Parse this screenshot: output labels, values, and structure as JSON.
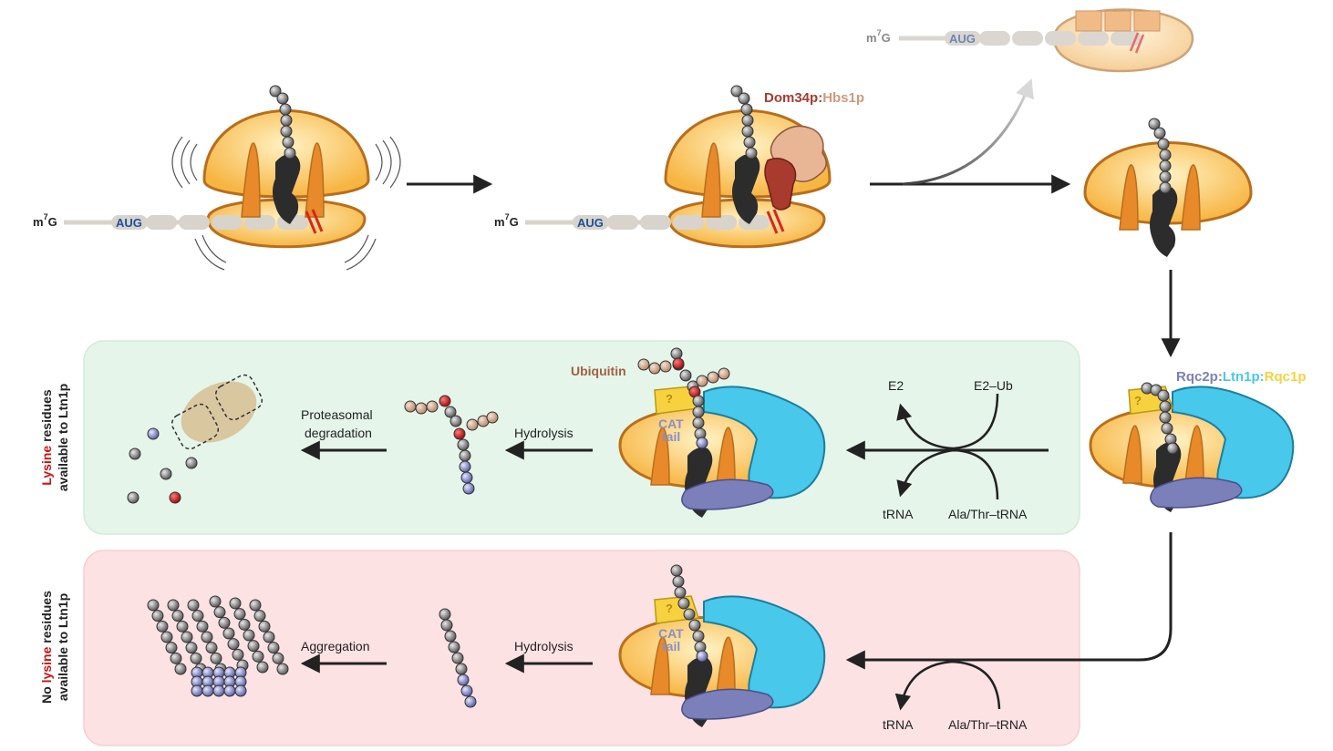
{
  "colors": {
    "ribo_light": "#fde5a0",
    "ribo_mid": "#f9c04e",
    "ribo_stroke": "#b86e1c",
    "trna": "#e8892a",
    "mrna": "#d8d3cb",
    "aug": "#1f4f9c",
    "cut": "#d7261e",
    "chain": "#7d7d7d",
    "chain_blue": "#8f94c7",
    "peptide_dark": "#2c2c2c",
    "dom34": "#a83a2e",
    "hbs1": "#cf9a7c",
    "rqc2": "#7b7fba",
    "ltn1": "#48c8ea",
    "rqc1": "#f7d23e",
    "ubiquitin": "#a35f3f",
    "ub_bead": "#dcb79c",
    "lys_red": "#cc1111",
    "green_panel": "#e5f5ea",
    "pink_panel": "#fde2e4",
    "proteasome": "#d9c7a0"
  },
  "labels": {
    "m7g": "m",
    "m7g_sup": "7",
    "m7g_g": "G",
    "aug": "AUG",
    "dom34": "Dom34p",
    "colon": ":",
    "hbs1": "Hbs1p",
    "rqc2": "Rqc2p",
    "ltn1": "Ltn1p",
    "rqc1": "Rqc1p",
    "ubiquitin": "Ubiquitin",
    "question": "?",
    "cat1": "CAT",
    "cat2": "tail",
    "e2": "E2",
    "e2ub": "E2–Ub",
    "trna": "tRNA",
    "alathr": "Ala/Thr–tRNA",
    "hydrolysis": "Hydrolysis",
    "proteasomal1": "Proteasomal",
    "proteasomal2": "degradation",
    "aggregation": "Aggregation",
    "green_side_1_red": "Lysine",
    "green_side_1_rest": " residues",
    "green_side_2": "available to Ltn1p",
    "pink_side_1_pre": "No ",
    "pink_side_1_red": "lysine",
    "pink_side_1_rest": " residues",
    "pink_side_2": "available to Ltn1p"
  }
}
